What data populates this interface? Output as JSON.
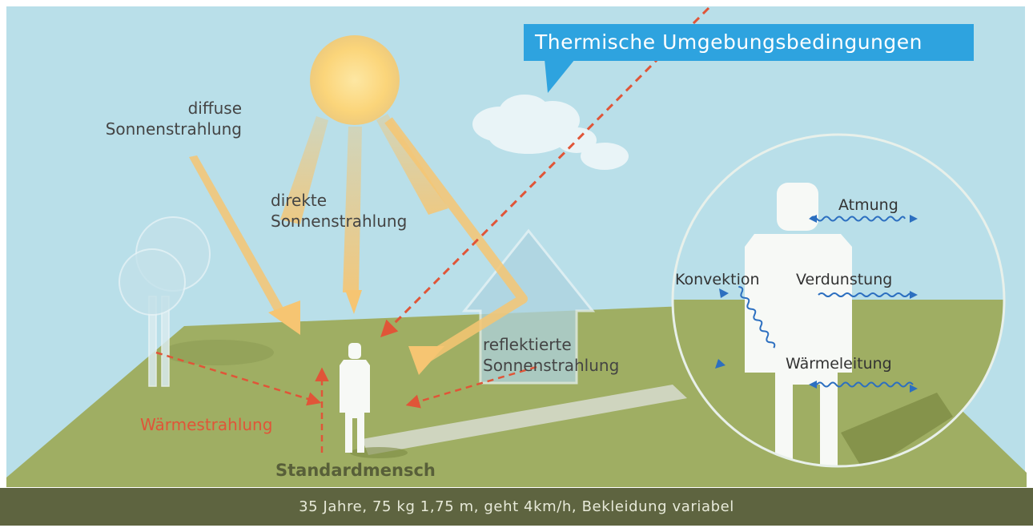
{
  "title": "Thermische Umgebungsbedingungen",
  "labels": {
    "diffuse": "diffuse\nSonnenstrahlung",
    "direct": "direkte\nSonnenstrahlung",
    "reflected": "reflektierte\nSonnenstrahlung",
    "heat_radiation": "Wärmestrahlung",
    "standard_person": "Standardmensch",
    "breathing": "Atmung",
    "convection": "Konvektion",
    "evaporation": "Verdunstung",
    "conduction": "Wärmeleitung"
  },
  "footer": "35 Jahre, 75 kg 1,75 m, geht 4km/h, Bekleidung variabel",
  "colors": {
    "sky": "#b9dfe9",
    "ground": "#9fae63",
    "footer_bar": "#5e6440",
    "title_box": "#2ea3df",
    "sun": "#fbd57a",
    "sun_ray": "#f6c572",
    "heat_radiation": "#e05538",
    "body_process": "#2c6fc0"
  }
}
